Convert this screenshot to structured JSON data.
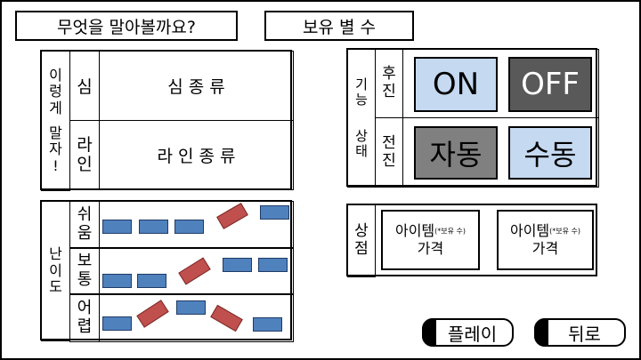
{
  "header": {
    "question_label": "무엇을 말아볼까요?",
    "owned_stars_label": "보유 별 수"
  },
  "name_panel": {
    "side_label": [
      "이",
      "렁",
      "게",
      " ",
      "말",
      "자",
      "!"
    ],
    "rows": [
      {
        "key": "심",
        "value": "심 종 류"
      },
      {
        "key": [
          "라",
          "인"
        ],
        "value": "라 인 종 류"
      }
    ]
  },
  "difficulty_panel": {
    "side_label": [
      "난",
      "이",
      "도"
    ],
    "rows": [
      {
        "label": [
          "쉬",
          "움"
        ]
      },
      {
        "label": [
          "보",
          "통"
        ]
      },
      {
        "label": [
          "어",
          "렵"
        ]
      }
    ],
    "block_colors": {
      "safe": "#4f81bd",
      "danger": "#c0504d"
    }
  },
  "function_panel": {
    "side_label": [
      "기",
      "능",
      " ",
      "상",
      "태"
    ],
    "rows": [
      {
        "key": [
          "후",
          "진"
        ],
        "options": [
          {
            "label": "ON",
            "bg": "#c5d9f1",
            "fg": "#000000"
          },
          {
            "label": "OFF",
            "bg": "#595959",
            "fg": "#ffffff"
          }
        ]
      },
      {
        "key": [
          "전",
          "진"
        ],
        "options": [
          {
            "label": "자동",
            "bg": "#808080",
            "fg": "#000000"
          },
          {
            "label": "수동",
            "bg": "#c5d9f1",
            "fg": "#000000"
          }
        ]
      }
    ]
  },
  "shop_panel": {
    "side_label": [
      "상",
      "점"
    ],
    "items": [
      {
        "name": "아이템",
        "note": "(*보유 수)",
        "price_label": "가격"
      },
      {
        "name": "아이템",
        "note": "(*보유 수)",
        "price_label": "가격"
      }
    ]
  },
  "footer": {
    "play_label": "플레이",
    "back_label": "뒤로"
  }
}
